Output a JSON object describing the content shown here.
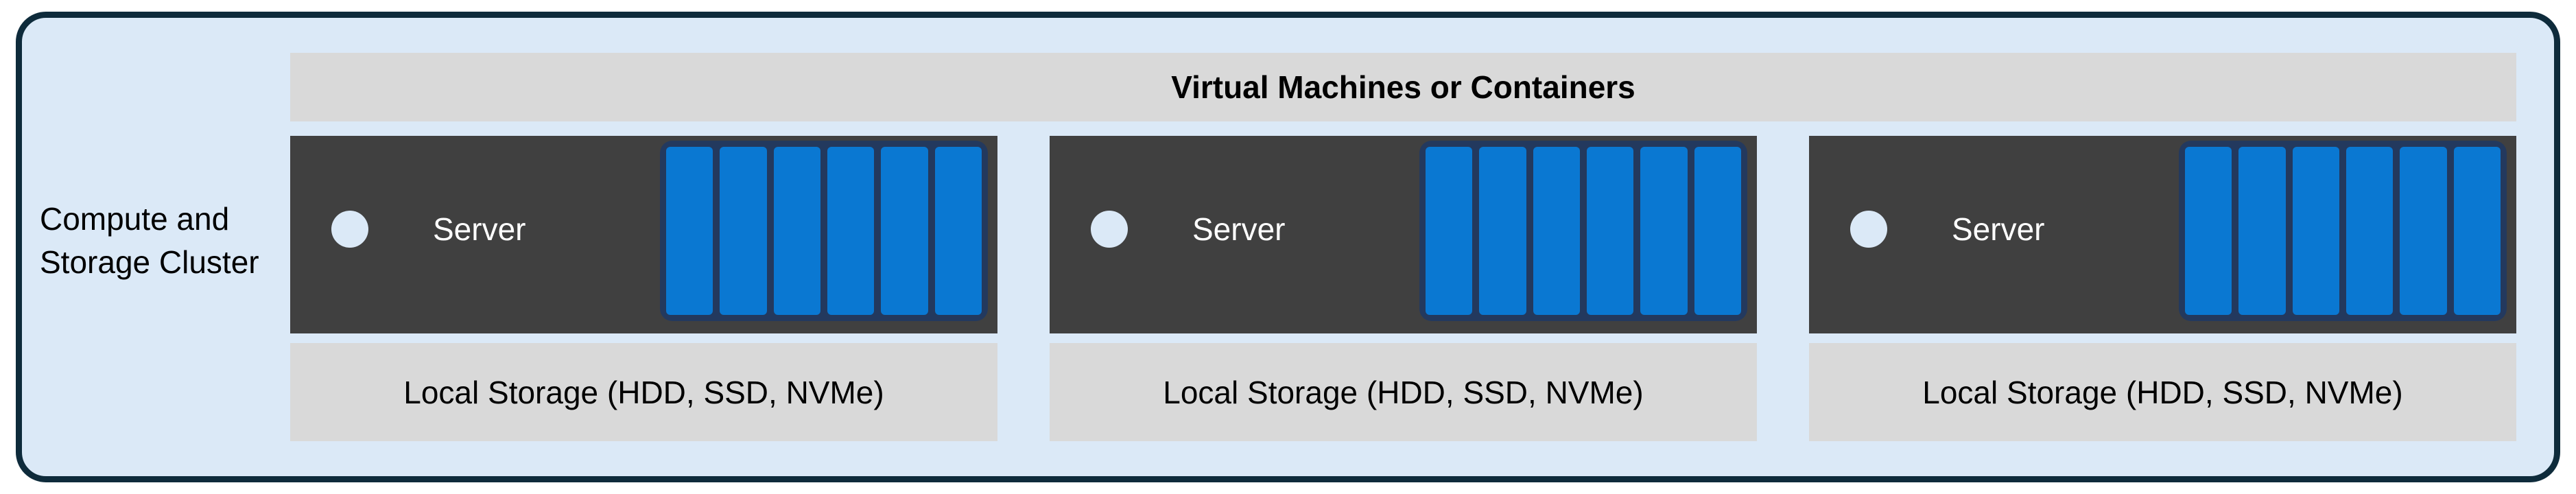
{
  "diagram": {
    "cluster_label": "Compute and\nStorage Cluster",
    "header": "Virtual Machines or Containers",
    "nodes": [
      {
        "server_label": "Server",
        "storage_label": "Local Storage (HDD, SSD, NVMe)",
        "disk_count": 6
      },
      {
        "server_label": "Server",
        "storage_label": "Local Storage (HDD, SSD, NVMe)",
        "disk_count": 6
      },
      {
        "server_label": "Server",
        "storage_label": "Local Storage (HDD, SSD, NVMe)",
        "disk_count": 6
      }
    ],
    "colors": {
      "canvas_bg": "#ffffff",
      "cluster_fill": "#dbe9f7",
      "cluster_border": "#0e2b3b",
      "band_gray": "#d9d9d9",
      "server_gray": "#404040",
      "disk_blue": "#0a78d2",
      "disk_frame_navy": "#23395e",
      "led_fill": "#dbe9f7",
      "server_text": "#ffffff",
      "text": "#000000"
    }
  }
}
